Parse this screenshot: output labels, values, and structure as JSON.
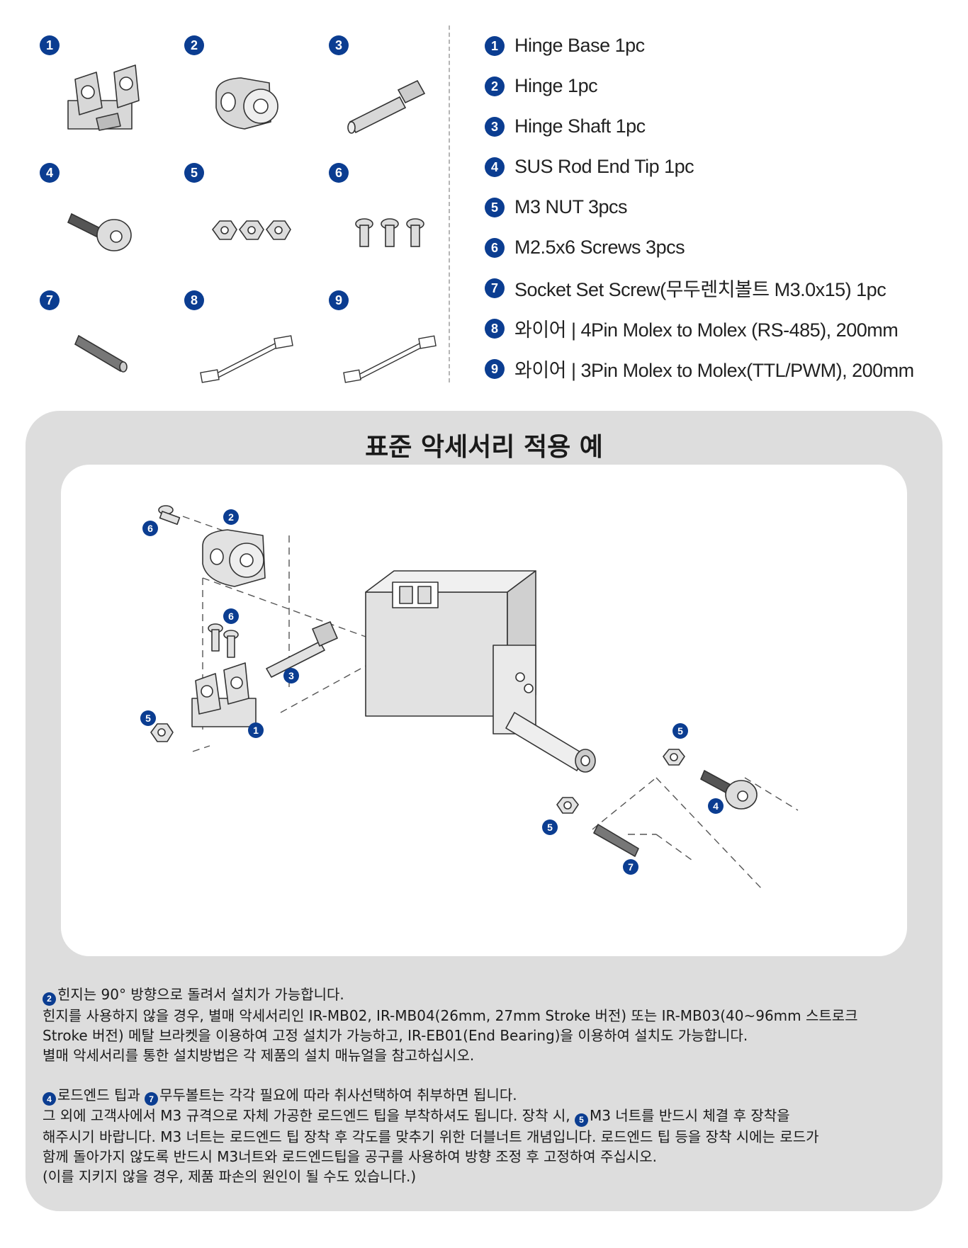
{
  "parts": [
    {
      "num": "1",
      "label": "Hinge Base 1pc",
      "icon": "hinge-base-icon"
    },
    {
      "num": "2",
      "label": "Hinge 1pc",
      "icon": "hinge-icon"
    },
    {
      "num": "3",
      "label": "Hinge Shaft 1pc",
      "icon": "hinge-shaft-icon"
    },
    {
      "num": "4",
      "label": "SUS Rod End Tip 1pc",
      "icon": "rod-end-tip-icon"
    },
    {
      "num": "5",
      "label": "M3 NUT 3pcs",
      "icon": "nut-icon"
    },
    {
      "num": "6",
      "label": "M2.5x6 Screws 3pcs",
      "icon": "screw-icon"
    },
    {
      "num": "7",
      "label": "Socket Set Screw(무두렌치볼트 M3.0x15) 1pc",
      "icon": "set-screw-icon"
    },
    {
      "num": "8",
      "label": "와이어 | 4Pin Molex to Molex (RS-485), 200mm",
      "icon": "wire-4pin-icon"
    },
    {
      "num": "9",
      "label": "와이어 | 3Pin Molex to Molex(TTL/PWM), 200mm",
      "icon": "wire-3pin-icon"
    }
  ],
  "panel": {
    "title": "표준 악세서리 적용 예",
    "diagram_badges": {
      "b6a": "6",
      "b2": "2",
      "b6b": "6",
      "b3": "3",
      "b5a": "5",
      "b1": "1",
      "b5b": "5",
      "b4": "4",
      "b5c": "5",
      "b7": "7"
    }
  },
  "notes": {
    "p1_badge": "2",
    "p1_line1": "힌지는 90° 방향으로 돌려서 설치가 가능합니다.",
    "p1_line2": "힌지를 사용하지 않을 경우, 별매 악세서리인 IR-MB02, IR-MB04(26mm, 27mm Stroke 버전) 또는 IR-MB03(40~96mm 스트로크",
    "p1_line3": "Stroke 버전)  메탈 브라켓을 이용하여 고정 설치가 가능하고, IR-EB01(End Bearing)을 이용하여 설치도 가능합니다.",
    "p1_line4": "별매 악세서리를 통한 설치방법은 각 제품의 설치 매뉴얼을 참고하십시오.",
    "p2_badge_a": "4",
    "p2_text_a": "로드엔드 팁과 ",
    "p2_badge_b": "7",
    "p2_text_b": "무두볼트는 각각 필요에 따라 취사선택하여 취부하면 됩니다.",
    "p2_line2a": "그 외에 고객사에서 M3 규격으로 자체 가공한 로드엔드 팁을 부착하셔도 됩니다. 장착 시, ",
    "p2_badge_c": "5",
    "p2_line2b": "M3 너트를 반드시 체결 후 장착을",
    "p2_line3": "해주시기 바랍니다. M3 너트는 로드엔드 팁 장착 후 각도를 맞추기 위한 더블너트 개념입니다. 로드엔드 팁 등을 장착 시에는 로드가",
    "p2_line4": "함께 돌아가지 않도록 반드시 M3너트와 로드엔드팁을 공구를 사용하여 방향 조정 후 고정하여 주십시오.",
    "p2_line5": "(이를 지키지 않을 경우, 제품 파손의 원인이 될 수도 있습니다.)"
  },
  "colors": {
    "badge": "#0b3d91",
    "panel": "#dddddd",
    "part_fill": "#d8d8d8",
    "part_stroke": "#333333"
  }
}
